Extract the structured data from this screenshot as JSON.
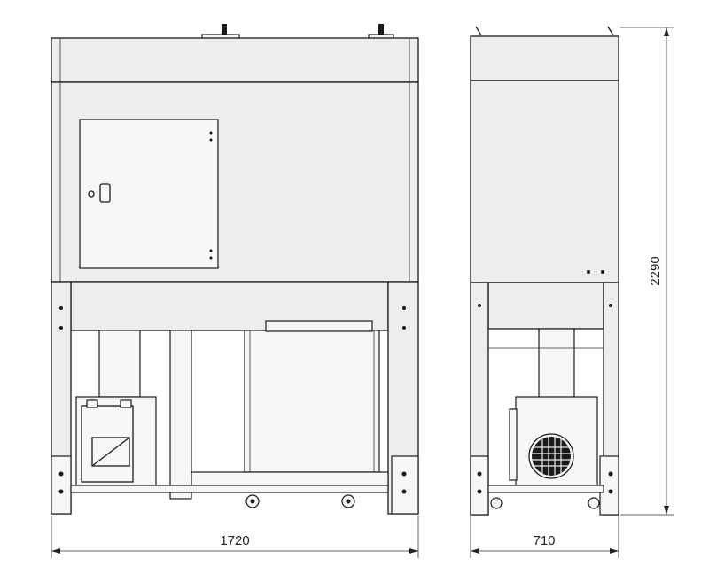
{
  "dimensions": {
    "front_width": "1720",
    "side_depth": "710",
    "height": "2290"
  }
}
